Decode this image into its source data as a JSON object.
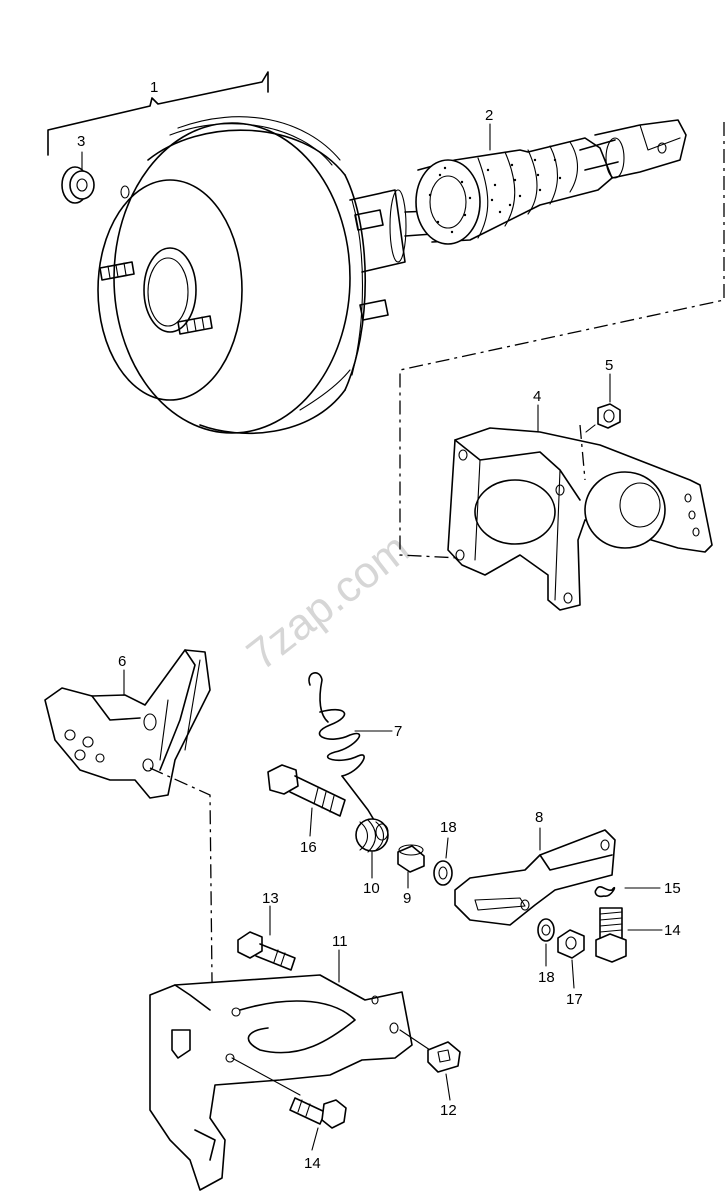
{
  "watermark": "7zap.com",
  "callouts": [
    {
      "id": "c1",
      "label": "1"
    },
    {
      "id": "c2",
      "label": "2"
    },
    {
      "id": "c3",
      "label": "3"
    },
    {
      "id": "c4",
      "label": "4"
    },
    {
      "id": "c5",
      "label": "5"
    },
    {
      "id": "c6",
      "label": "6"
    },
    {
      "id": "c7",
      "label": "7"
    },
    {
      "id": "c8",
      "label": "8"
    },
    {
      "id": "c9",
      "label": "9"
    },
    {
      "id": "c10",
      "label": "10"
    },
    {
      "id": "c11",
      "label": "11"
    },
    {
      "id": "c12",
      "label": "12"
    },
    {
      "id": "c13",
      "label": "13"
    },
    {
      "id": "c14a",
      "label": "14"
    },
    {
      "id": "c14b",
      "label": "14"
    },
    {
      "id": "c15",
      "label": "15"
    },
    {
      "id": "c16",
      "label": "16"
    },
    {
      "id": "c17",
      "label": "17"
    },
    {
      "id": "c18a",
      "label": "18"
    },
    {
      "id": "c18b",
      "label": "18"
    }
  ]
}
